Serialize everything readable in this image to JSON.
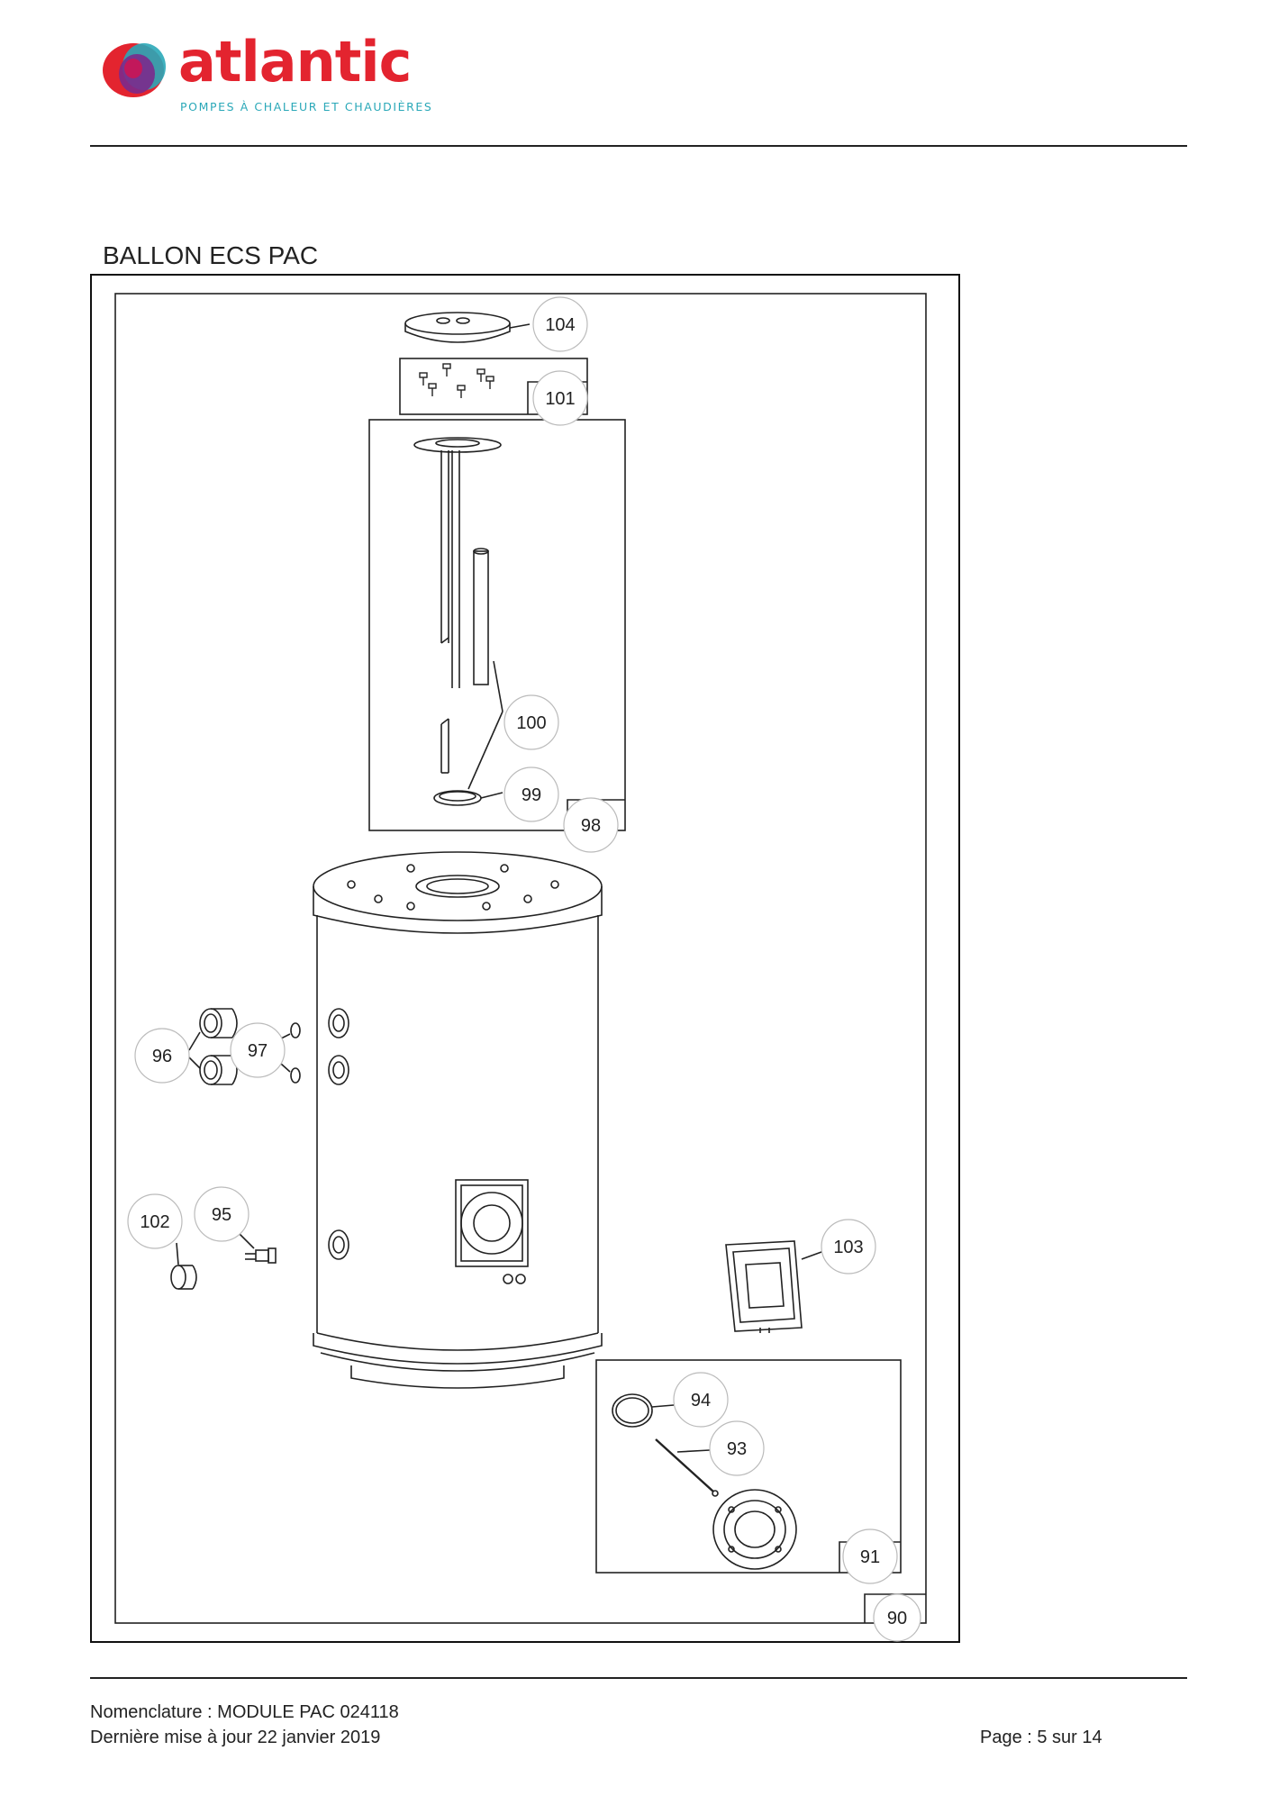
{
  "brand": {
    "name": "atlantic",
    "tagline": "POMPES À CHALEUR ET CHAUDIÈRES",
    "primary_color": "#e3242f",
    "accent_color": "#2aa8b8"
  },
  "section": {
    "title": "BALLON ECS PAC"
  },
  "callouts": {
    "c104": "104",
    "c101": "101",
    "c100": "100",
    "c99": "99",
    "c98": "98",
    "c96": "96",
    "c97": "97",
    "c102": "102",
    "c95": "95",
    "c103": "103",
    "c94": "94",
    "c93": "93",
    "c91": "91",
    "c90": "90"
  },
  "footer": {
    "nomenclature": "Nomenclature : MODULE PAC 024118",
    "updated": "Dernière mise à jour 22 janvier 2019",
    "page": "Page : 5 sur 14"
  }
}
